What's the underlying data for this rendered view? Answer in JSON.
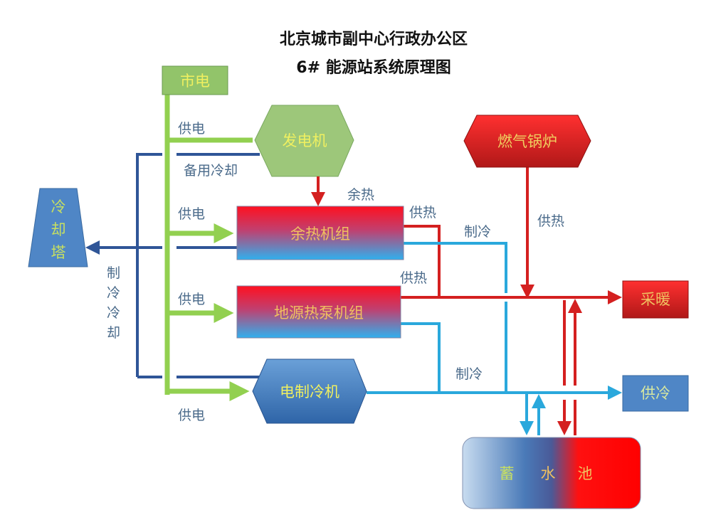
{
  "title": {
    "line1": "北京城市副中心行政办公区",
    "line2": "6# 能源站系统原理图"
  },
  "nodes": {
    "grid": "市电",
    "generator": "发电机",
    "cooling_tower": [
      "冷",
      "却",
      "塔"
    ],
    "waste_heat_unit": "余热机组",
    "ground_source_heat_pump": "地源热泵机组",
    "electric_chiller": "电制冷机",
    "gas_boiler": "燃气锅炉",
    "heating": "采暖",
    "cooling_supply": "供冷",
    "storage_tank": [
      "蓄",
      "水",
      "池"
    ]
  },
  "labels": {
    "power_1": "供电",
    "power_2": "供电",
    "power_3": "供电",
    "power_4": "供电",
    "backup_cooling": "备用冷却",
    "waste_heat": "余热",
    "heat_supply_1": "供热",
    "heat_supply_2": "供热",
    "heat_supply_boiler": "供热",
    "refrigeration_1": "制冷",
    "refrigeration_2": "制冷",
    "refrigeration_cooling": [
      "制",
      "冷",
      "冷",
      "却"
    ]
  },
  "colors": {
    "power": "#92d050",
    "cooling_water": "#2f5597",
    "heat": "#d42020",
    "cold": "#2aa8dc"
  }
}
